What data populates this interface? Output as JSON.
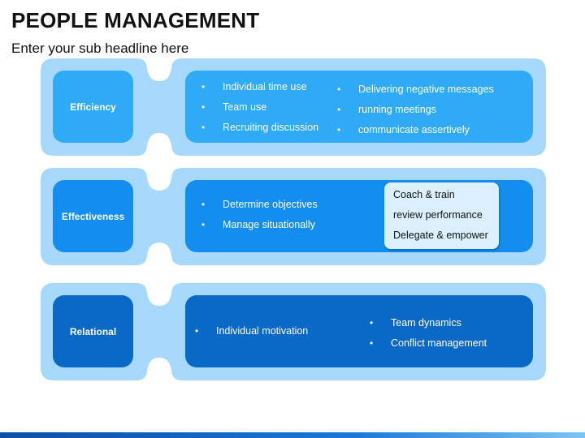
{
  "header": {
    "title": "PEOPLE MANAGEMENT",
    "subtitle": "Enter your sub headline here"
  },
  "rows": [
    {
      "label": "Efficiency",
      "left_bullets": [
        "Individual time use",
        "Team use",
        "Recruiting discussion"
      ],
      "right_bullets": [
        "Delivering negative messages",
        "running meetings",
        "communicate assertively"
      ]
    },
    {
      "label": "Effectiveness",
      "left_bullets": [
        "Determine objectives",
        "Manage situationally"
      ],
      "highlight_items": [
        "Coach & train",
        "review performance",
        "Delegate & empower"
      ]
    },
    {
      "label": "Relational",
      "left_bullets": [
        "Individual motivation"
      ],
      "right_bullets": [
        "Team dynamics",
        "Conflict management"
      ]
    }
  ],
  "colors": {
    "frame": "#a6d8fb",
    "row1_fill": "#2eaaf6",
    "row2_fill": "#138ef0",
    "row3_fill": "#0a68c6",
    "highlight": "#dbefff",
    "footer_bar": "#0b5cb8"
  }
}
